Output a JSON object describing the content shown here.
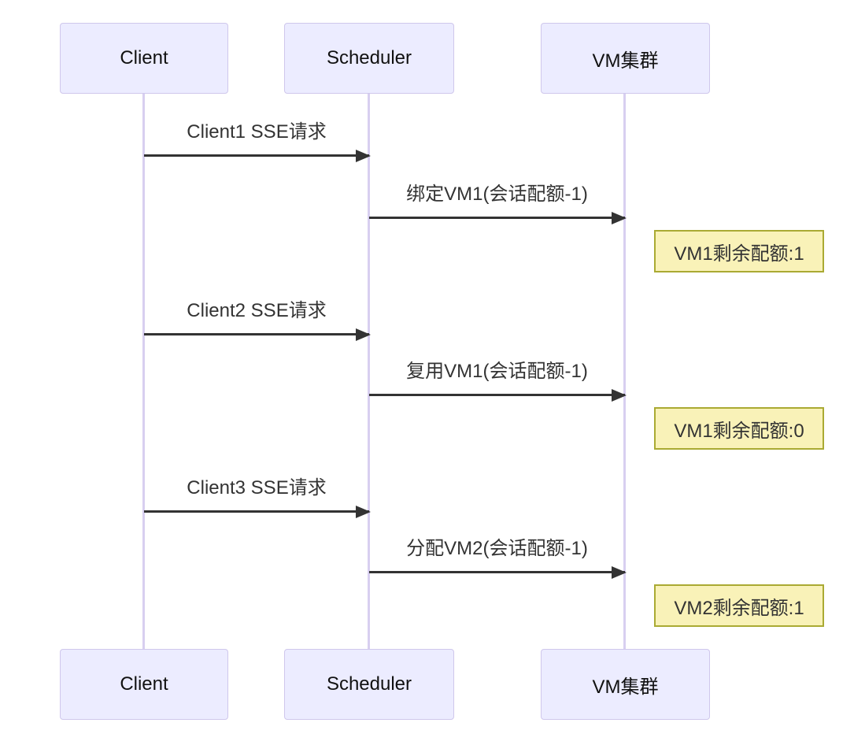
{
  "diagram_type": "sequence",
  "participants": [
    {
      "label": "Client"
    },
    {
      "label": "Scheduler"
    },
    {
      "label": "VM集群"
    }
  ],
  "messages": [
    {
      "from": "Client",
      "to": "Scheduler",
      "arrow": "solid",
      "label": "Client1 SSE请求"
    },
    {
      "from": "Scheduler",
      "to": "VM集群",
      "arrow": "solid",
      "label": "绑定VM1(会话配额-1)"
    },
    {
      "from": "Client",
      "to": "Scheduler",
      "arrow": "solid",
      "label": "Client2 SSE请求"
    },
    {
      "from": "Scheduler",
      "to": "VM集群",
      "arrow": "solid",
      "label": "复用VM1(会话配额-1)"
    },
    {
      "from": "Client",
      "to": "Scheduler",
      "arrow": "solid",
      "label": "Client3 SSE请求"
    },
    {
      "from": "Scheduler",
      "to": "VM集群",
      "arrow": "solid",
      "label": "分配VM2(会话配额-1)"
    }
  ],
  "notes": [
    {
      "position": "right of VM集群",
      "text": "VM1剩余配额:1"
    },
    {
      "position": "right of VM集群",
      "text": "VM1剩余配额:0"
    },
    {
      "position": "right of VM集群",
      "text": "VM2剩余配额:1"
    }
  ],
  "colors": {
    "actor_fill": "#ECECFF",
    "actor_border": "#CFC7EC",
    "lifeline": "#D8CFF0",
    "note_fill": "#F9F2B8",
    "note_border": "#AAAA33",
    "arrow": "#333333",
    "text": "#333333"
  }
}
